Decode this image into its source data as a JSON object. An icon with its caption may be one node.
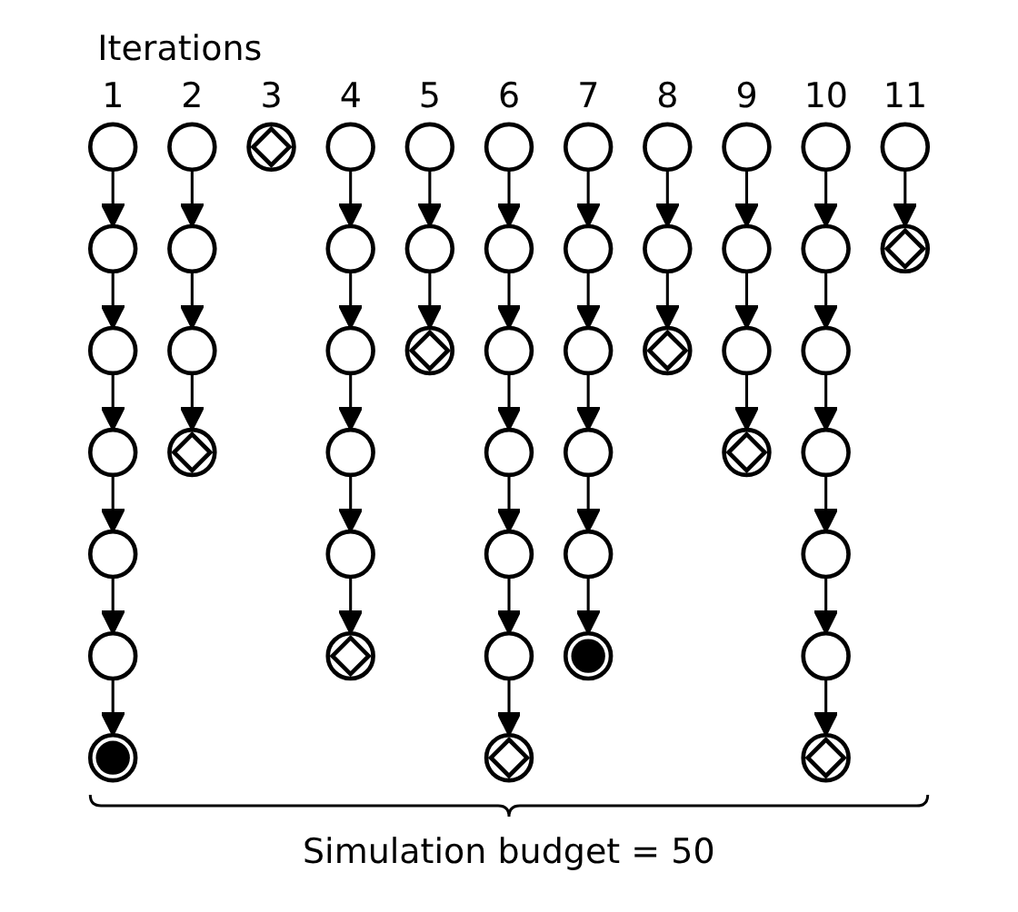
{
  "diagram": {
    "nodes": [
      {
        "text": [],
        "shape": "circle"
      },
      {
        "text": [],
        "shape": "circle"
      },
      {
        "text": [],
        "shape": "circle"
      },
      {
        "text": [],
        "shape": "circle"
      },
      {
        "text": [],
        "shape": "circle"
      },
      {
        "text": [],
        "shape": "circle"
      },
      {
        "text": [],
        "shape": "dot"
      },
      {
        "text": [],
        "shape": "circle"
      },
      {
        "text": [],
        "shape": "circle"
      },
      {
        "text": [],
        "shape": "circle"
      },
      {
        "text": [],
        "shape": "diamond"
      },
      {
        "text": [],
        "shape": "diamond"
      },
      {
        "text": [],
        "shape": "circle"
      },
      {
        "text": [],
        "shape": "circle"
      },
      {
        "text": [],
        "shape": "circle"
      },
      {
        "text": [],
        "shape": "circle"
      },
      {
        "text": [],
        "shape": "circle"
      },
      {
        "text": [],
        "shape": "diamond"
      },
      {
        "text": [],
        "shape": "circle"
      },
      {
        "text": [],
        "shape": "circle"
      },
      {
        "text": [],
        "shape": "diamond"
      },
      {
        "text": [],
        "shape": "circle"
      },
      {
        "text": [],
        "shape": "circle"
      },
      {
        "text": [],
        "shape": "circle"
      },
      {
        "text": [],
        "shape": "circle"
      },
      {
        "text": [],
        "shape": "circle"
      },
      {
        "text": [],
        "shape": "circle"
      },
      {
        "text": [],
        "shape": "diamond"
      },
      {
        "text": [],
        "shape": "circle"
      },
      {
        "text": [],
        "shape": "circle"
      },
      {
        "text": [],
        "shape": "circle"
      },
      {
        "text": [],
        "shape": "circle"
      },
      {
        "text": [],
        "shape": "circle"
      },
      {
        "text": [],
        "shape": "dot"
      },
      {
        "text": [],
        "shape": "circle"
      },
      {
        "text": [],
        "shape": "circle"
      },
      {
        "text": [],
        "shape": "diamond"
      },
      {
        "text": [],
        "shape": "circle"
      },
      {
        "text": [],
        "shape": "circle"
      },
      {
        "text": [],
        "shape": "circle"
      },
      {
        "text": [],
        "shape": "diamond"
      },
      {
        "text": [],
        "shape": "circle"
      },
      {
        "text": [],
        "shape": "circle"
      },
      {
        "text": [],
        "shape": "circle"
      },
      {
        "text": [],
        "shape": "circle"
      },
      {
        "text": [],
        "shape": "circle"
      },
      {
        "text": [],
        "shape": "circle"
      },
      {
        "text": [],
        "shape": "diamond"
      },
      {
        "text": [],
        "shape": "circle"
      },
      {
        "text": [],
        "shape": "diamond"
      }
    ],
    "edges": [
      {
        "from": 0,
        "to": 1,
        "arrow": "to"
      },
      {
        "from": 1,
        "to": 2,
        "arrow": "to"
      },
      {
        "from": 2,
        "to": 3,
        "arrow": "to"
      },
      {
        "from": 3,
        "to": 4,
        "arrow": "to"
      },
      {
        "from": 4,
        "to": 5,
        "arrow": "to"
      },
      {
        "from": 5,
        "to": 6,
        "arrow": "to"
      },
      {
        "from": 7,
        "to": 8,
        "arrow": "to"
      },
      {
        "from": 8,
        "to": 9,
        "arrow": "to"
      },
      {
        "from": 9,
        "to": 10,
        "arrow": "to"
      },
      {
        "from": 12,
        "to": 13,
        "arrow": "to"
      },
      {
        "from": 13,
        "to": 14,
        "arrow": "to"
      },
      {
        "from": 14,
        "to": 15,
        "arrow": "to"
      },
      {
        "from": 15,
        "to": 16,
        "arrow": "to"
      },
      {
        "from": 16,
        "to": 17,
        "arrow": "to"
      },
      {
        "from": 18,
        "to": 19,
        "arrow": "to"
      },
      {
        "from": 19,
        "to": 20,
        "arrow": "to"
      },
      {
        "from": 21,
        "to": 22,
        "arrow": "to"
      },
      {
        "from": 22,
        "to": 23,
        "arrow": "to"
      },
      {
        "from": 23,
        "to": 24,
        "arrow": "to"
      },
      {
        "from": 24,
        "to": 25,
        "arrow": "to"
      },
      {
        "from": 25,
        "to": 26,
        "arrow": "to"
      },
      {
        "from": 26,
        "to": 27,
        "arrow": "to"
      },
      {
        "from": 28,
        "to": 29,
        "arrow": "to"
      },
      {
        "from": 29,
        "to": 30,
        "arrow": "to"
      },
      {
        "from": 30,
        "to": 31,
        "arrow": "to"
      },
      {
        "from": 31,
        "to": 32,
        "arrow": "to"
      },
      {
        "from": 32,
        "to": 33,
        "arrow": "to"
      },
      {
        "from": 34,
        "to": 35,
        "arrow": "to"
      },
      {
        "from": 35,
        "to": 36,
        "arrow": "to"
      },
      {
        "from": 37,
        "to": 38,
        "arrow": "to"
      },
      {
        "from": 38,
        "to": 39,
        "arrow": "to"
      },
      {
        "from": 39,
        "to": 40,
        "arrow": "to"
      },
      {
        "from": 41,
        "to": 42,
        "arrow": "to"
      },
      {
        "from": 42,
        "to": 43,
        "arrow": "to"
      },
      {
        "from": 43,
        "to": 44,
        "arrow": "to"
      },
      {
        "from": 44,
        "to": 45,
        "arrow": "to"
      },
      {
        "from": 45,
        "to": 46,
        "arrow": "to"
      },
      {
        "from": 46,
        "to": 47,
        "arrow": "to"
      },
      {
        "from": 48,
        "to": 49,
        "arrow": "to"
      }
    ],
    "labels": [
      "Iterations",
      "1",
      "2",
      "3",
      "4",
      "5",
      "6",
      "7",
      "8",
      "9",
      "10",
      "11",
      "Simulation budget = 50"
    ]
  }
}
